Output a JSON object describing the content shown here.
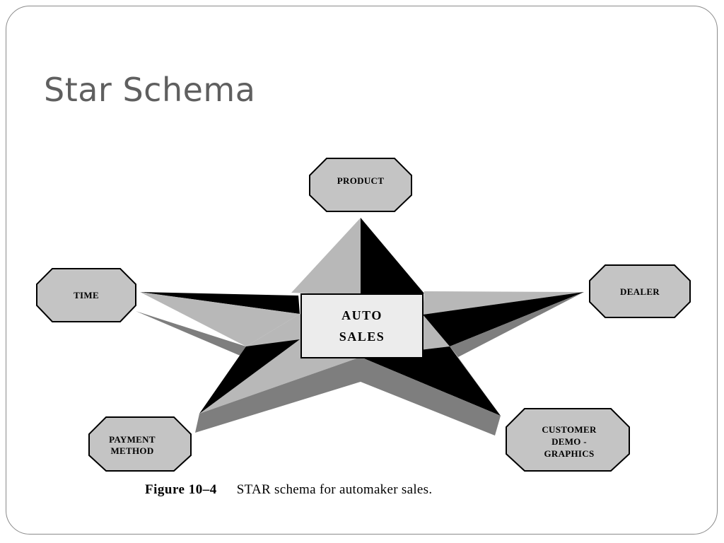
{
  "slide": {
    "title": "Star Schema"
  },
  "diagram": {
    "center": [
      "AUTO",
      "SALES"
    ],
    "dimensions": {
      "product": [
        "PRODUCT"
      ],
      "time": [
        "TIME"
      ],
      "dealer": [
        "DEALER"
      ],
      "payment_method": [
        "PAYMENT",
        "METHOD"
      ],
      "customer_demographics": [
        "CUSTOMER",
        "DEMO -",
        "GRAPHICS"
      ]
    },
    "colors": {
      "light_gray": "#b8b8b8",
      "dark_gray": "#7e7e7e",
      "black": "#000000",
      "node_fill": "#c4c4c4",
      "center_fill": "#ececec"
    }
  },
  "caption": {
    "label": "Figure 10–4",
    "text": "STAR schema for automaker sales."
  }
}
